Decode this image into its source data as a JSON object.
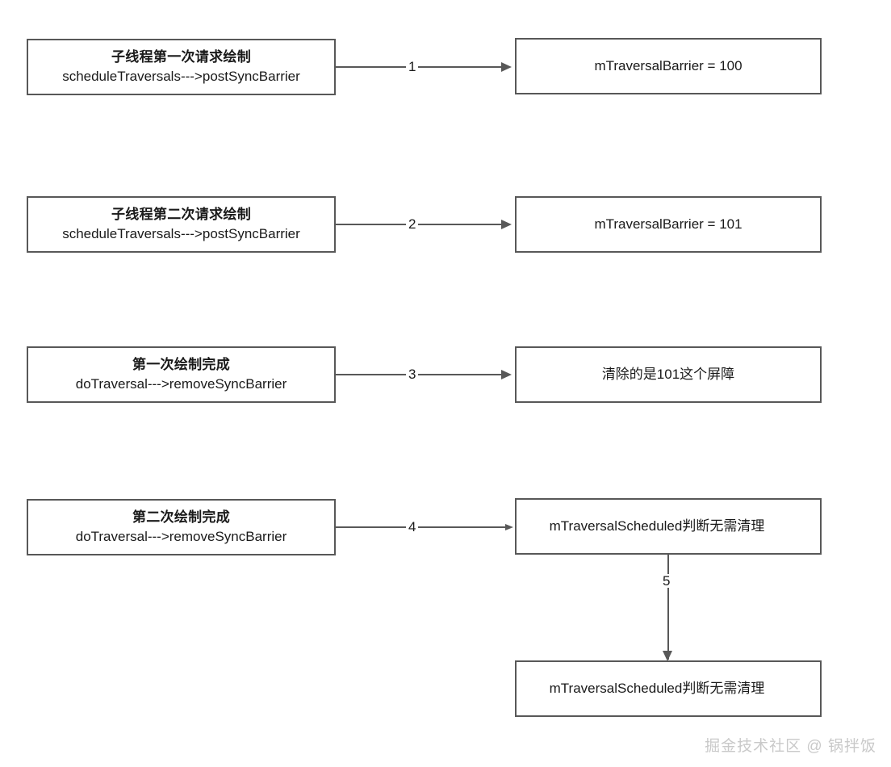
{
  "diagram": {
    "type": "flowchart",
    "background_color": "#ffffff",
    "node_border_color": "#585858",
    "text_color": "#1a1a1a",
    "left_nodes": [
      {
        "title": "子线程第一次请求绘制",
        "subtitle": "scheduleTraversals--->postSyncBarrier"
      },
      {
        "title": "子线程第二次请求绘制",
        "subtitle": "scheduleTraversals--->postSyncBarrier"
      },
      {
        "title": "第一次绘制完成",
        "subtitle": "doTraversal--->removeSyncBarrier"
      },
      {
        "title": "第二次绘制完成",
        "subtitle": "doTraversal--->removeSyncBarrier"
      }
    ],
    "right_nodes": [
      {
        "label": "mTraversalBarrier = 100"
      },
      {
        "label": "mTraversalBarrier = 101"
      },
      {
        "label": "清除的是101这个屏障"
      },
      {
        "label": "mTraversalScheduled判断无需清理"
      },
      {
        "label": "mTraversalScheduled判断无需清理"
      }
    ],
    "edges": [
      {
        "label": "1",
        "direction": "right"
      },
      {
        "label": "2",
        "direction": "right"
      },
      {
        "label": "3",
        "direction": "right"
      },
      {
        "label": "4",
        "direction": "right"
      },
      {
        "label": "5",
        "direction": "down"
      }
    ]
  },
  "watermark": {
    "text": "掘金技术社区 @ 锅拌饭",
    "color": "#c9c9c9"
  }
}
